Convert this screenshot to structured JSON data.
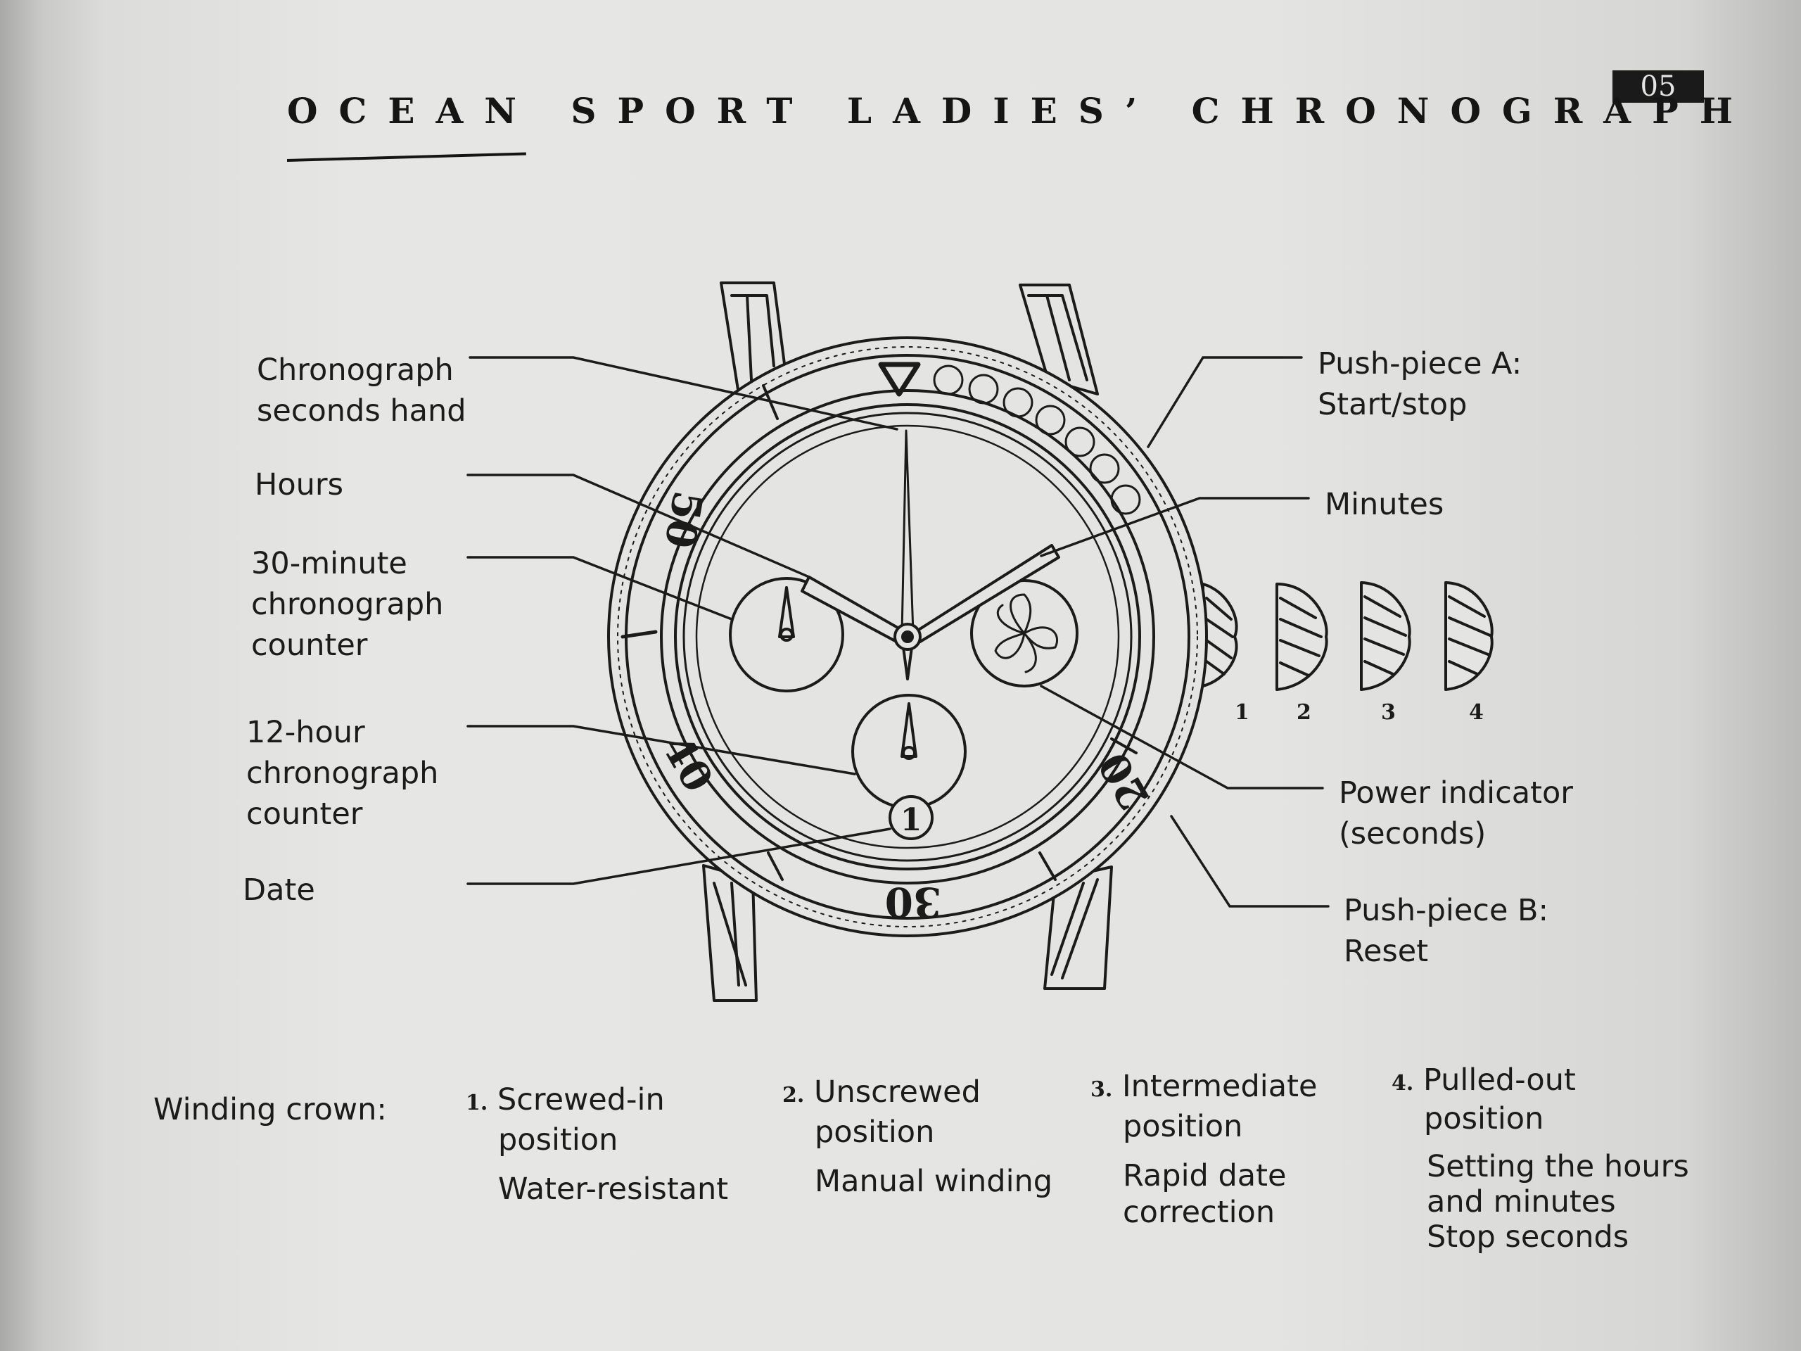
{
  "page_number": "05",
  "title": "OCEAN SPORT LADIES’ CHRONOGRAPH",
  "labels": {
    "chrono_seconds": [
      "Chronograph",
      "seconds hand"
    ],
    "hours": [
      "Hours"
    ],
    "counter30": [
      "30-minute",
      "chronograph",
      "counter"
    ],
    "counter12": [
      "12-hour",
      "chronograph",
      "counter"
    ],
    "date": [
      "Date"
    ],
    "pusher_a": [
      "Push-piece A:",
      "Start/stop"
    ],
    "minutes": [
      "Minutes"
    ],
    "power": [
      "Power indicator",
      "(seconds)"
    ],
    "pusher_b": [
      "Push-piece B:",
      "Reset"
    ]
  },
  "bezel_numbers": [
    "50",
    "40",
    "30",
    "20"
  ],
  "date_value": "1",
  "crown_positions_numbers": [
    "1",
    "2",
    "3",
    "4"
  ],
  "winding": {
    "heading": "Winding crown:",
    "positions": [
      {
        "number": "1.",
        "name": [
          "Screwed-in",
          "position"
        ],
        "function": [
          "Water-resistant"
        ]
      },
      {
        "number": "2.",
        "name": [
          "Unscrewed",
          "position"
        ],
        "function": [
          "Manual winding"
        ]
      },
      {
        "number": "3.",
        "name": [
          "Intermediate",
          "position"
        ],
        "function": [
          "Rapid date",
          "correction"
        ]
      },
      {
        "number": "4.",
        "name": [
          "Pulled-out",
          "position"
        ],
        "function": [
          "Setting the hours",
          "and minutes",
          "Stop seconds"
        ]
      }
    ]
  },
  "colors": {
    "ink": "#1b1b1b",
    "paper": "#e4e4e2"
  }
}
